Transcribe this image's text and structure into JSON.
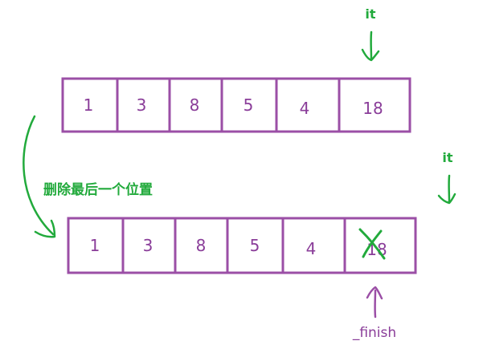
{
  "top_array": {
    "values": [
      "1",
      "3",
      "8",
      "5",
      "4",
      "18"
    ],
    "pointer_label": "it"
  },
  "bottom_array": {
    "values": [
      "1",
      "3",
      "8",
      "5",
      "4",
      "18"
    ],
    "crossed_index": 5,
    "it_label": "it",
    "finish_label": "_finish"
  },
  "annotation": {
    "text": "删除最后一个位置"
  },
  "colors": {
    "box_stroke": "#9b4fa6",
    "box_text": "#8a3d99",
    "green": "#22aa3c",
    "purple_arrow": "#9b4fa6"
  }
}
